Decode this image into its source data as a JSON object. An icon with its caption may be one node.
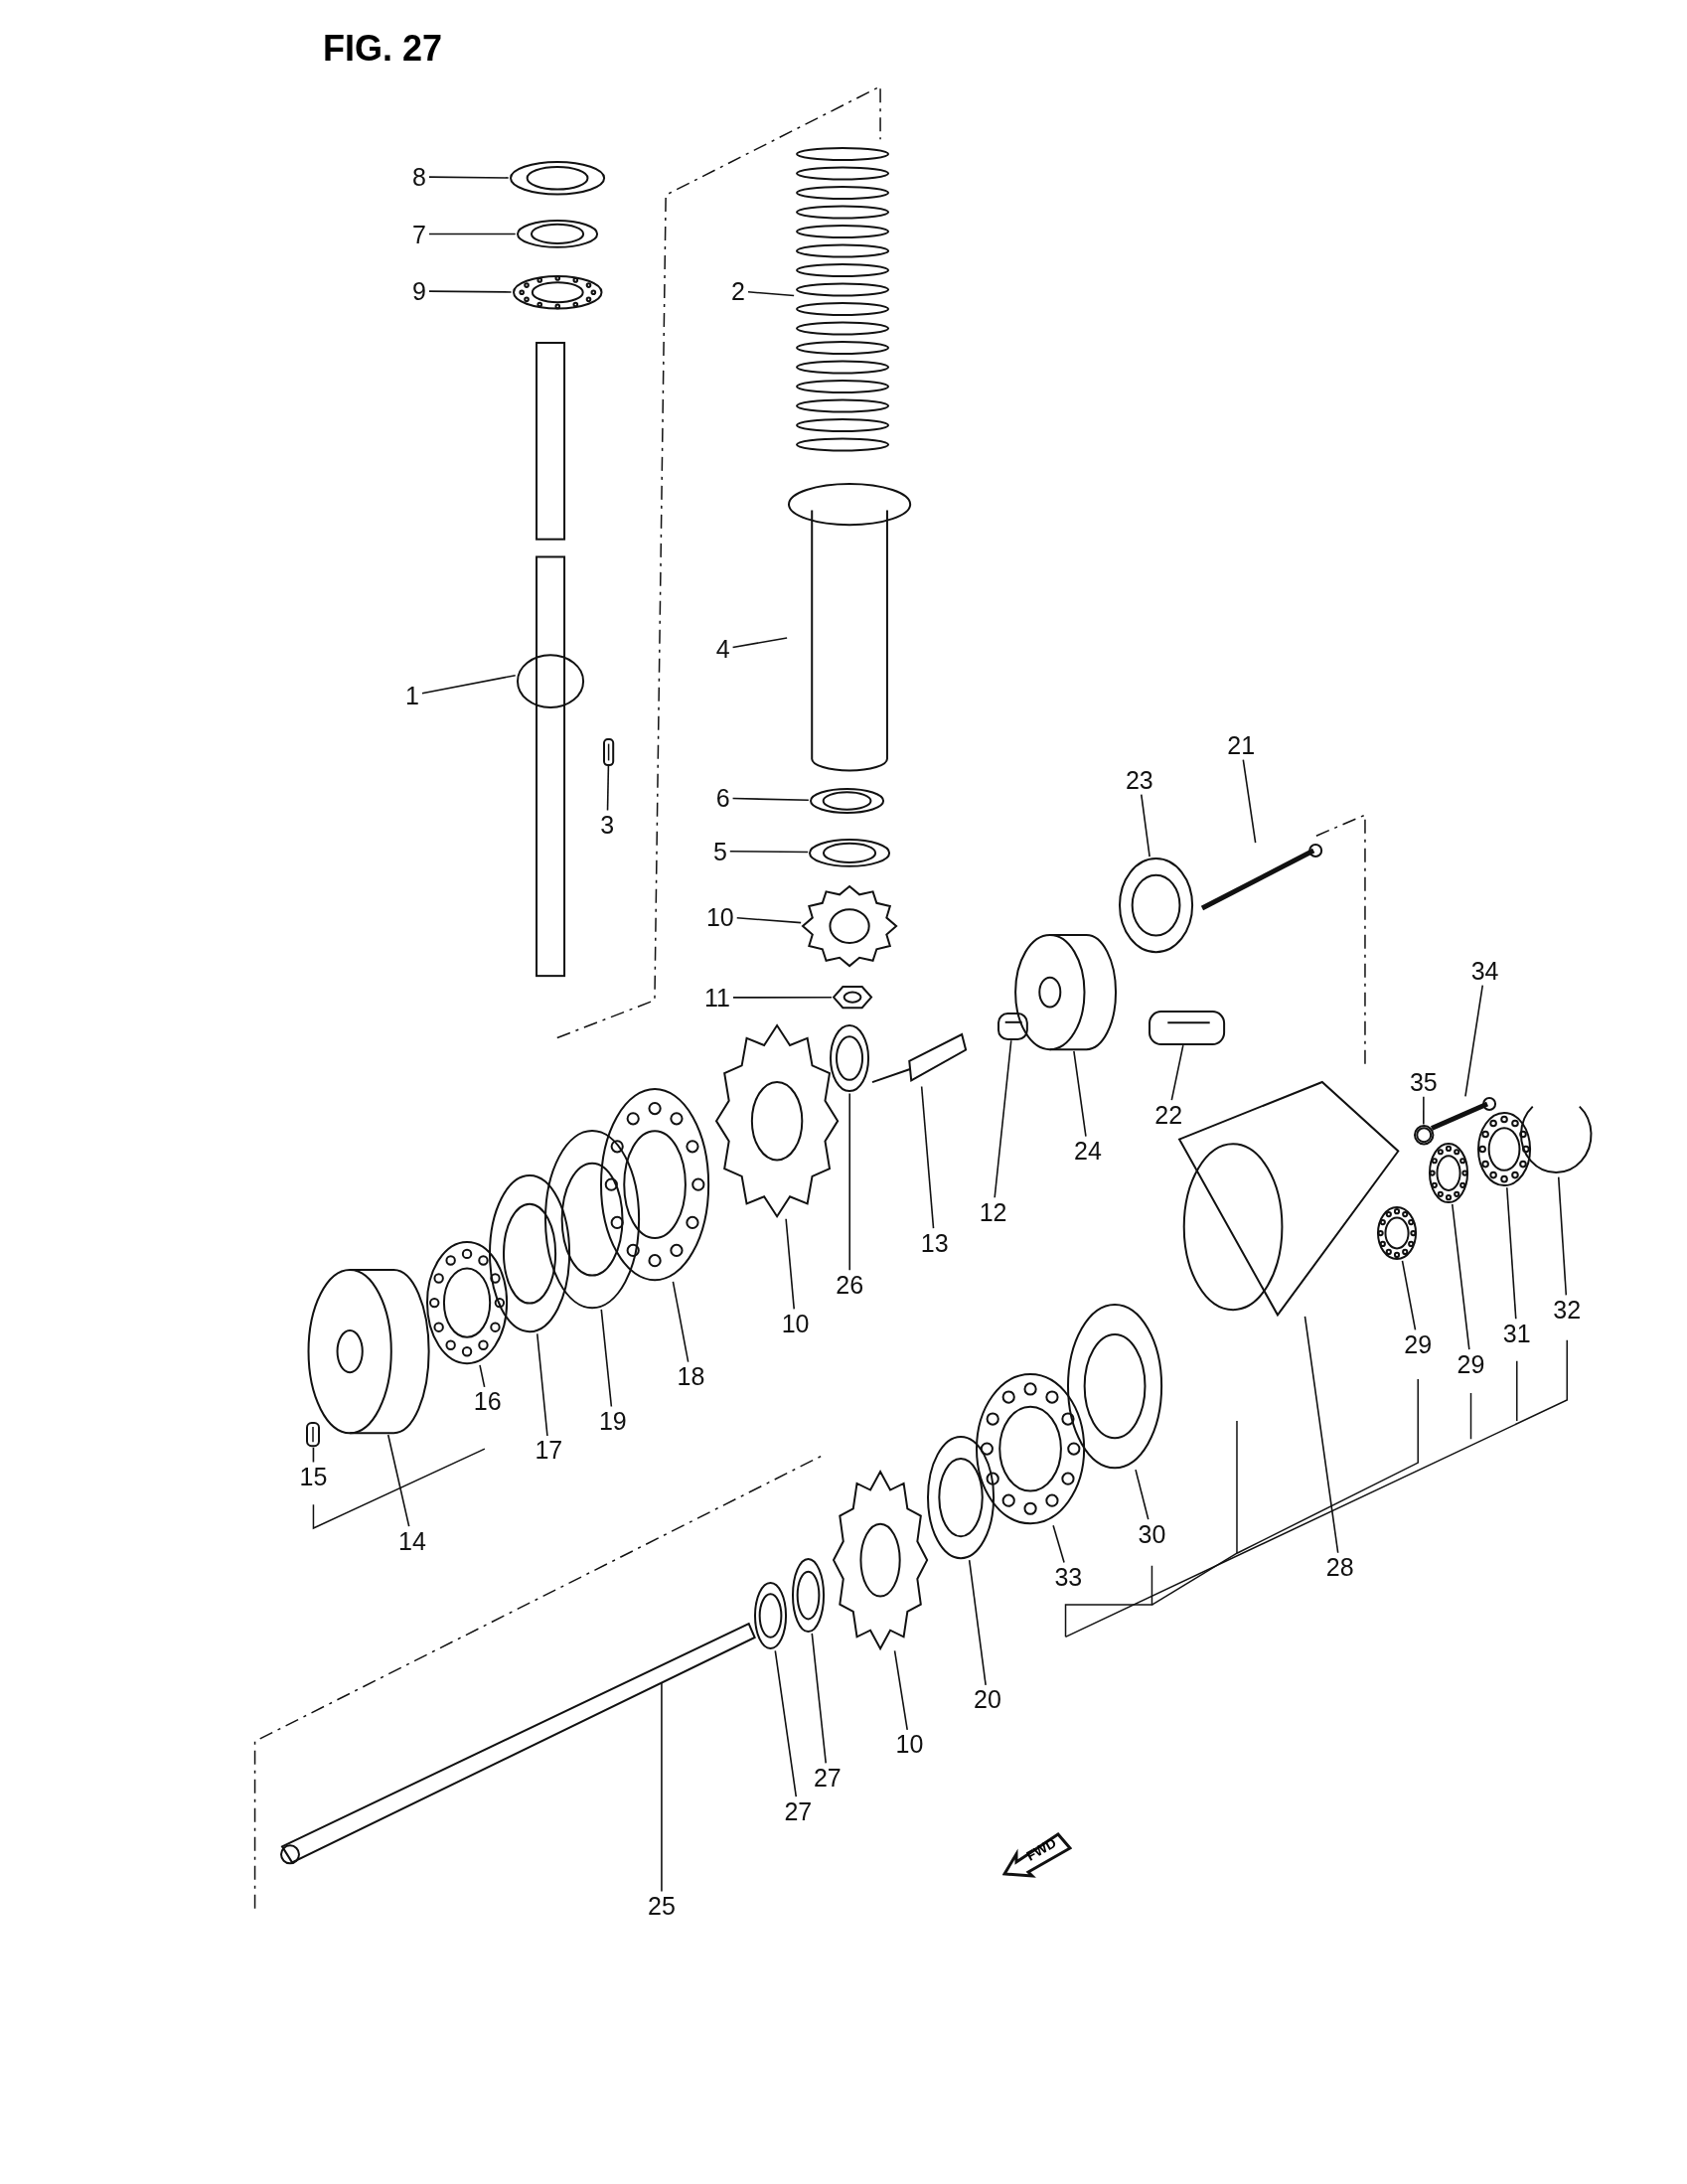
{
  "diagram": {
    "title": "FIG. 27",
    "nodes": [
      {
        "text": [
          "8"
        ]
      },
      {
        "text": [],
        "shape": "picture"
      },
      {
        "text": [
          "7"
        ]
      },
      {
        "text": [],
        "shape": "picture"
      },
      {
        "text": [
          "9"
        ]
      },
      {
        "text": [],
        "shape": "picture"
      },
      {
        "text": [
          "2"
        ]
      },
      {
        "text": [],
        "shape": "picture"
      },
      {
        "text": [
          "4"
        ]
      },
      {
        "text": [],
        "shape": "picture"
      },
      {
        "text": [
          "1"
        ]
      },
      {
        "text": [],
        "shape": "picture"
      },
      {
        "text": [
          "3"
        ]
      },
      {
        "text": [],
        "shape": "picture"
      },
      {
        "text": [
          "6"
        ]
      },
      {
        "text": [],
        "shape": "picture"
      },
      {
        "text": [
          "5"
        ]
      },
      {
        "text": [],
        "shape": "picture"
      },
      {
        "text": [
          "10"
        ]
      },
      {
        "text": [],
        "shape": "picture"
      },
      {
        "text": [
          "11"
        ]
      },
      {
        "text": [],
        "shape": "picture"
      },
      {
        "text": [
          "23"
        ]
      },
      {
        "text": [],
        "shape": "picture"
      },
      {
        "text": [
          "21"
        ]
      },
      {
        "text": [],
        "shape": "picture"
      },
      {
        "text": [
          "24"
        ]
      },
      {
        "text": [],
        "shape": "picture"
      },
      {
        "text": [
          "22"
        ]
      },
      {
        "text": [],
        "shape": "picture"
      },
      {
        "text": [
          "12"
        ]
      },
      {
        "text": [],
        "shape": "picture"
      },
      {
        "text": [
          "13"
        ]
      },
      {
        "text": [],
        "shape": "picture"
      },
      {
        "text": [
          "26"
        ]
      },
      {
        "text": [],
        "shape": "picture"
      },
      {
        "text": [
          "10"
        ]
      },
      {
        "text": [],
        "shape": "picture"
      },
      {
        "text": [
          "18"
        ]
      },
      {
        "text": [],
        "shape": "picture"
      },
      {
        "text": [
          "19"
        ]
      },
      {
        "text": [],
        "shape": "picture"
      },
      {
        "text": [
          "17"
        ]
      },
      {
        "text": [],
        "shape": "picture"
      },
      {
        "text": [
          "16"
        ]
      },
      {
        "text": [],
        "shape": "picture"
      },
      {
        "text": [
          "14"
        ]
      },
      {
        "text": [],
        "shape": "picture"
      },
      {
        "text": [
          "15"
        ]
      },
      {
        "text": [],
        "shape": "picture"
      },
      {
        "text": [
          "35"
        ]
      },
      {
        "text": [],
        "shape": "picture"
      },
      {
        "text": [
          "34"
        ]
      },
      {
        "text": [],
        "shape": "picture"
      },
      {
        "text": [
          "32"
        ]
      },
      {
        "text": [],
        "shape": "picture"
      },
      {
        "text": [
          "31"
        ]
      },
      {
        "text": [],
        "shape": "picture"
      },
      {
        "text": [
          "29"
        ]
      },
      {
        "text": [],
        "shape": "picture"
      },
      {
        "text": [
          "29"
        ]
      },
      {
        "text": [],
        "shape": "picture"
      },
      {
        "text": [
          "28"
        ]
      },
      {
        "text": [],
        "shape": "picture"
      },
      {
        "text": [
          "30"
        ]
      },
      {
        "text": [],
        "shape": "picture"
      },
      {
        "text": [
          "33"
        ]
      },
      {
        "text": [],
        "shape": "picture"
      },
      {
        "text": [
          "20"
        ]
      },
      {
        "text": [],
        "shape": "picture"
      },
      {
        "text": [
          "10"
        ]
      },
      {
        "text": [],
        "shape": "picture"
      },
      {
        "text": [
          "27"
        ]
      },
      {
        "text": [],
        "shape": "picture"
      },
      {
        "text": [
          "27"
        ]
      },
      {
        "text": [],
        "shape": "picture"
      },
      {
        "text": [
          "25"
        ]
      },
      {
        "text": [],
        "shape": "picture"
      }
    ],
    "edges": [
      {
        "from": 0,
        "to": 1,
        "arrow": "none"
      },
      {
        "from": 2,
        "to": 3,
        "arrow": "none"
      },
      {
        "from": 4,
        "to": 5,
        "arrow": "none"
      },
      {
        "from": 6,
        "to": 7,
        "arrow": "none"
      },
      {
        "from": 8,
        "to": 9,
        "arrow": "none"
      },
      {
        "from": 10,
        "to": 11,
        "arrow": "none"
      },
      {
        "from": 12,
        "to": 13,
        "arrow": "none"
      },
      {
        "from": 14,
        "to": 15,
        "arrow": "none"
      },
      {
        "from": 16,
        "to": 17,
        "arrow": "none"
      },
      {
        "from": 18,
        "to": 19,
        "arrow": "none"
      },
      {
        "from": 20,
        "to": 21,
        "arrow": "none"
      },
      {
        "from": 22,
        "to": 23,
        "arrow": "none"
      },
      {
        "from": 24,
        "to": 25,
        "arrow": "none"
      },
      {
        "from": 26,
        "to": 27,
        "arrow": "none"
      },
      {
        "from": 28,
        "to": 29,
        "arrow": "none"
      },
      {
        "from": 30,
        "to": 31,
        "arrow": "none"
      },
      {
        "from": 32,
        "to": 33,
        "arrow": "none"
      },
      {
        "from": 34,
        "to": 35,
        "arrow": "none"
      },
      {
        "from": 36,
        "to": 37,
        "arrow": "none"
      },
      {
        "from": 38,
        "to": 39,
        "arrow": "none"
      },
      {
        "from": 40,
        "to": 41,
        "arrow": "none"
      },
      {
        "from": 42,
        "to": 43,
        "arrow": "none"
      },
      {
        "from": 44,
        "to": 45,
        "arrow": "none"
      },
      {
        "from": 46,
        "to": 47,
        "arrow": "none"
      },
      {
        "from": 48,
        "to": 49,
        "arrow": "none"
      },
      {
        "from": 50,
        "to": 51,
        "arrow": "none"
      },
      {
        "from": 52,
        "to": 53,
        "arrow": "none"
      },
      {
        "from": 54,
        "to": 55,
        "arrow": "none"
      },
      {
        "from": 56,
        "to": 57,
        "arrow": "none"
      },
      {
        "from": 58,
        "to": 59,
        "arrow": "none"
      },
      {
        "from": 60,
        "to": 61,
        "arrow": "none"
      },
      {
        "from": 62,
        "to": 63,
        "arrow": "none"
      },
      {
        "from": 64,
        "to": 65,
        "arrow": "none"
      },
      {
        "from": 66,
        "to": 67,
        "arrow": "none"
      },
      {
        "from": 68,
        "to": 69,
        "arrow": "none"
      },
      {
        "from": 70,
        "to": 71,
        "arrow": "none"
      },
      {
        "from": 72,
        "to": 73,
        "arrow": "none"
      },
      {
        "from": 74,
        "to": 75,
        "arrow": "none"
      },
      {
        "from": 76,
        "to": 77,
        "arrow": "none"
      }
    ],
    "labels": [
      "FWD"
    ]
  }
}
